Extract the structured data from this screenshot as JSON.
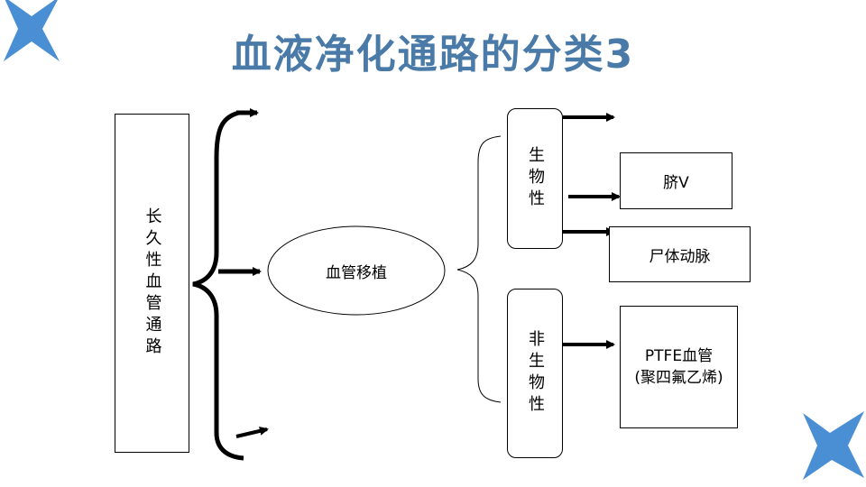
{
  "title": "血液净化通路的分类3",
  "colors": {
    "title": "#4a7aa8",
    "star": "#4a8fd4"
  },
  "icons": {
    "star_top_left": "star-icon",
    "star_bottom_right": "star-icon"
  },
  "nodes": {
    "long_term_access": "长久性血管通路",
    "vessel_graft": "血管移植",
    "biological": "生物性",
    "non_biological": "非生物性",
    "umbilical_vein": "脐V",
    "cadaver_artery": "尸体动脉",
    "ptfe_line1": "PTFE血管",
    "ptfe_line2": "(聚四氟乙烯)"
  }
}
